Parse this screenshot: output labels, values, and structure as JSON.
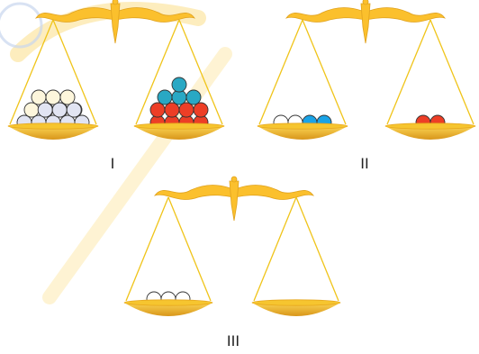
{
  "figure": {
    "colors": {
      "beam": "#fbc02d",
      "beam_edge": "#e0a21e",
      "string": "#f0c419",
      "pan_top": "#f6c52f",
      "pan_bottom": "#e6a61c",
      "watermark": "#fde9ae",
      "watermark_blue": "#c8d6ee"
    },
    "ball_types": {
      "white": {
        "fill": "#ffffff",
        "stroke": "#333333"
      },
      "lavender": {
        "fill": "#e1e4f2",
        "stroke": "#333333"
      },
      "cream": {
        "fill": "#fdf6dc",
        "stroke": "#333333"
      },
      "teal": {
        "fill": "#29a8c4",
        "stroke": "#333333"
      },
      "blue": {
        "fill": "#1aa3e6",
        "stroke": "#333333"
      },
      "red": {
        "fill": "#ed3e26",
        "stroke": "#333333"
      }
    },
    "scales": [
      {
        "label": "I",
        "left_pan": {
          "rows": [
            {
              "type": "lavender",
              "count": 5
            },
            {
              "type": "cream",
              "count": 4
            },
            {
              "type": "cream",
              "count": 3
            }
          ],
          "overlay_row": {
            "type": "lavender",
            "count": 3
          }
        },
        "right_pan": {
          "rows": [
            {
              "type": "red",
              "count": 4
            },
            {
              "type": "red",
              "count": 4
            },
            {
              "type": "teal",
              "count": 3
            },
            {
              "type": "teal",
              "count": 1
            }
          ]
        }
      },
      {
        "label": "II",
        "left_pan": {
          "sequence": [
            "white",
            "white",
            "blue",
            "blue"
          ]
        },
        "right_pan": {
          "sequence": [
            "red",
            "red"
          ]
        }
      },
      {
        "label": "III",
        "left_pan": {
          "sequence": [
            "white",
            "white",
            "white"
          ]
        },
        "right_pan": {
          "sequence": []
        }
      }
    ]
  }
}
